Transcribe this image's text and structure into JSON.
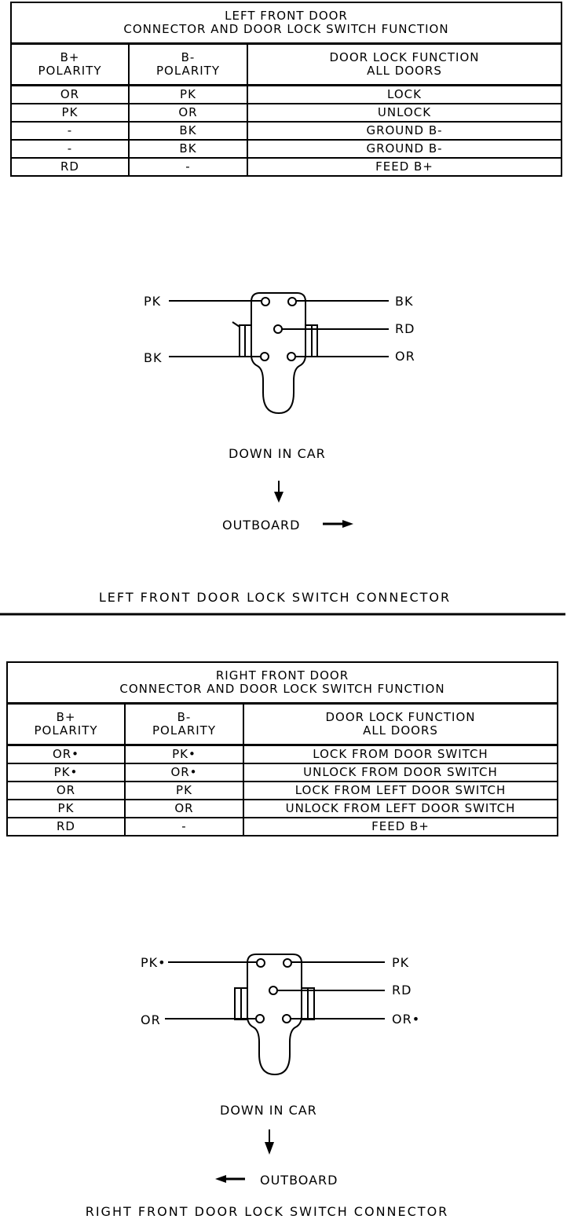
{
  "left": {
    "table": {
      "title_line1": "LEFT FRONT DOOR",
      "title_line2": "CONNECTOR AND DOOR LOCK SWITCH FUNCTION",
      "col1_line1": "B+",
      "col1_line2": "POLARITY",
      "col2_line1": "B-",
      "col2_line2": "POLARITY",
      "col3_line1": "DOOR LOCK FUNCTION",
      "col3_line2": "ALL DOORS",
      "rows": [
        {
          "b_plus": "OR",
          "b_minus": "PK",
          "function": "LOCK"
        },
        {
          "b_plus": "PK",
          "b_minus": "OR",
          "function": "UNLOCK"
        },
        {
          "b_plus": "-",
          "b_minus": "BK",
          "function": "GROUND B-"
        },
        {
          "b_plus": "-",
          "b_minus": "BK",
          "function": "GROUND B-"
        },
        {
          "b_plus": "RD",
          "b_minus": "-",
          "function": "FEED B+"
        }
      ]
    },
    "connector": {
      "label_top_left": "PK",
      "label_bottom_left": "BK",
      "label_top_right": "BK",
      "label_mid_right": "RD",
      "label_bottom_right": "OR"
    },
    "down_in_car": "DOWN IN CAR",
    "outboard": "OUTBOARD",
    "caption": "LEFT FRONT DOOR LOCK SWITCH CONNECTOR"
  },
  "right": {
    "table": {
      "title_line1": "RIGHT FRONT DOOR",
      "title_line2": "CONNECTOR AND DOOR LOCK SWITCH FUNCTION",
      "col1_line1": "B+",
      "col1_line2": "POLARITY",
      "col2_line1": "B-",
      "col2_line2": "POLARITY",
      "col3_line1": "DOOR LOCK FUNCTION",
      "col3_line2": "ALL DOORS",
      "rows": [
        {
          "b_plus": "OR•",
          "b_minus": "PK•",
          "function": "LOCK FROM DOOR SWITCH"
        },
        {
          "b_plus": "PK•",
          "b_minus": "OR•",
          "function": "UNLOCK FROM DOOR SWITCH"
        },
        {
          "b_plus": "OR",
          "b_minus": "PK",
          "function": "LOCK FROM LEFT DOOR SWITCH"
        },
        {
          "b_plus": "PK",
          "b_minus": "OR",
          "function": "UNLOCK FROM LEFT DOOR SWITCH"
        },
        {
          "b_plus": "RD",
          "b_minus": "-",
          "function": "FEED B+"
        }
      ]
    },
    "connector": {
      "label_top_left": "PK•",
      "label_bottom_left": "OR",
      "label_top_right": "PK",
      "label_mid_right": "RD",
      "label_bottom_right": "OR•"
    },
    "down_in_car": "DOWN IN CAR",
    "outboard": "OUTBOARD",
    "caption": "RIGHT FRONT DOOR LOCK SWITCH CONNECTOR"
  }
}
